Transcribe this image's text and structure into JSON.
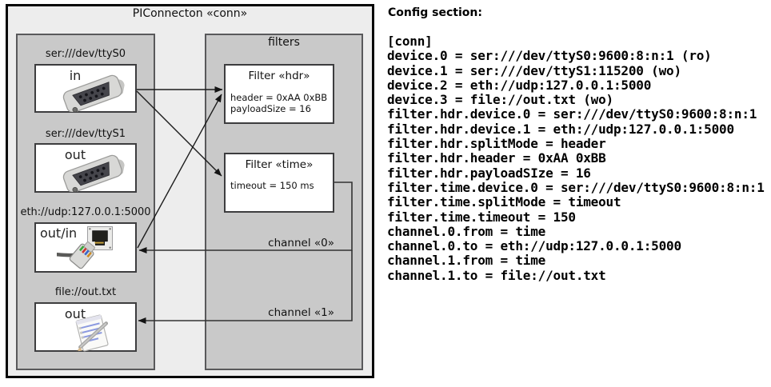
{
  "diagram": {
    "title": "PIConnecton «conn»",
    "devices": [
      {
        "label": "ser:///dev/ttyS0",
        "mode": "in",
        "icon": "serial-port-icon"
      },
      {
        "label": "ser:///dev/ttyS1",
        "mode": "out",
        "icon": "serial-port-icon"
      },
      {
        "label": "eth://udp:127.0.0.1:5000",
        "mode": "out/in",
        "icon": "ethernet-port-icon"
      },
      {
        "label": "file://out.txt",
        "mode": "out",
        "icon": "notepad-file-icon"
      }
    ],
    "filters": {
      "title": "filters",
      "items": [
        {
          "title": "Filter «hdr»",
          "attrs": [
            "header = 0xAA 0xBB",
            "payloadSize = 16"
          ]
        },
        {
          "title": "Filter «time»",
          "attrs": [
            "timeout = 150 ms"
          ]
        }
      ]
    },
    "channels": [
      {
        "label": "channel «0»"
      },
      {
        "label": "channel «1»"
      }
    ],
    "colors": {
      "outer_bg": "#ededed",
      "container_bg": "#c9c9c9",
      "box_bg": "#ffffff",
      "line": "#1c1c1c"
    }
  },
  "config": {
    "heading": "Config section:",
    "lines": [
      "[conn]",
      "device.0 = ser:///dev/ttyS0:9600:8:n:1 (ro)",
      "device.1 = ser:///dev/ttyS1:115200 (wo)",
      "device.2 = eth://udp:127.0.0.1:5000",
      "device.3 = file://out.txt (wo)",
      "filter.hdr.device.0 = ser:///dev/ttyS0:9600:8:n:1",
      "filter.hdr.device.1 = eth://udp:127.0.0.1:5000",
      "filter.hdr.splitMode = header",
      "filter.hdr.header = 0xAA 0xBB",
      "filter.hdr.payloadSIze = 16",
      "filter.time.device.0 = ser:///dev/ttyS0:9600:8:n:1",
      "filter.time.splitMode = timeout",
      "filter.time.timeout = 150",
      "channel.0.from = time",
      "channel.0.to = eth://udp:127.0.0.1:5000",
      "channel.1.from = time",
      "channel.1.to = file://out.txt"
    ]
  }
}
